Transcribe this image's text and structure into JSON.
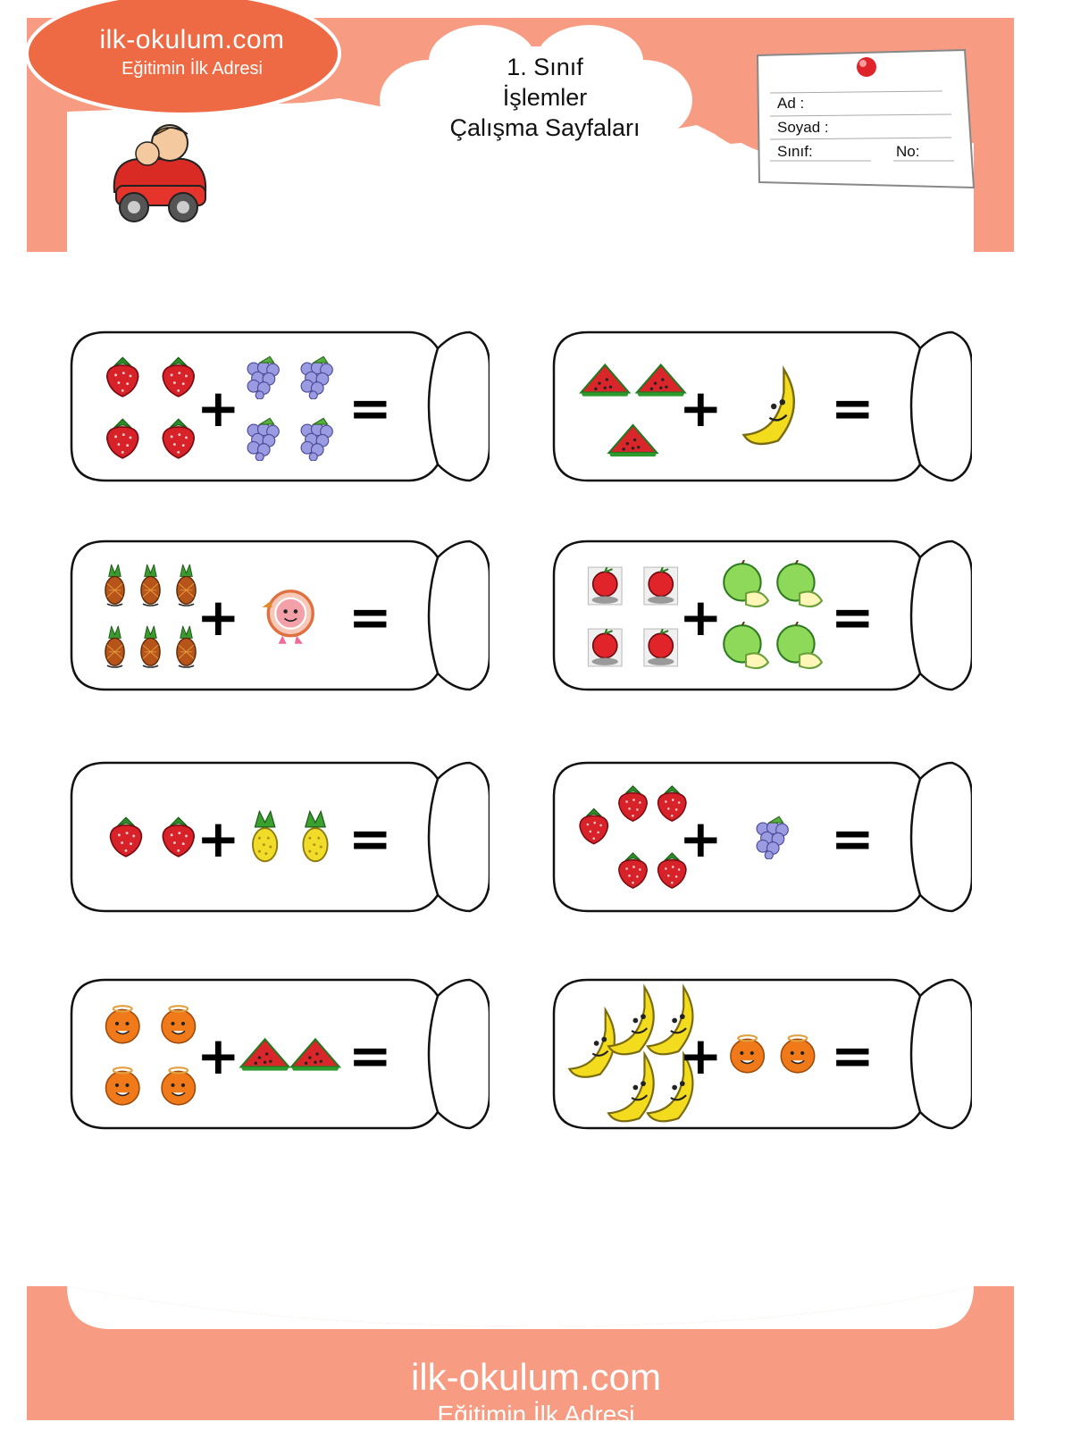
{
  "header": {
    "logo_title": "ilk-okulum.com",
    "logo_subtitle": "Eğitimin İlk Adresi",
    "title_line1": "1. Sınıf",
    "title_line2": "İşlemler",
    "title_line3": "Çalışma Sayfaları",
    "form": {
      "name_label": "Ad :",
      "surname_label": "Soyad :",
      "class_label": "Sınıf:",
      "number_label": "No:"
    }
  },
  "operators": {
    "plus": "+",
    "equals": "="
  },
  "problems": [
    {
      "left_fruit": "strawberry",
      "left_count": 4,
      "right_fruit": "grapes",
      "right_count": 4
    },
    {
      "left_fruit": "watermelon",
      "left_count": 3,
      "right_fruit": "banana",
      "right_count": 1
    },
    {
      "left_fruit": "pineapple",
      "left_count": 6,
      "right_fruit": "grapefruit",
      "right_count": 1
    },
    {
      "left_fruit": "apple-red",
      "left_count": 4,
      "right_fruit": "apple-green",
      "right_count": 4
    },
    {
      "left_fruit": "strawberry",
      "left_count": 2,
      "right_fruit": "pineapple-yellow",
      "right_count": 2
    },
    {
      "left_fruit": "strawberry",
      "left_count": 5,
      "right_fruit": "grapes",
      "right_count": 1
    },
    {
      "left_fruit": "orange",
      "left_count": 4,
      "right_fruit": "watermelon",
      "right_count": 2
    },
    {
      "left_fruit": "banana",
      "left_count": 5,
      "right_fruit": "orange",
      "right_count": 2
    }
  ],
  "colors": {
    "brand_salmon": "#f79c82",
    "card_border": "#111111"
  },
  "footer": {
    "site": "ilk-okulum.com",
    "slogan": "Eğitimin İlk Adresi"
  }
}
